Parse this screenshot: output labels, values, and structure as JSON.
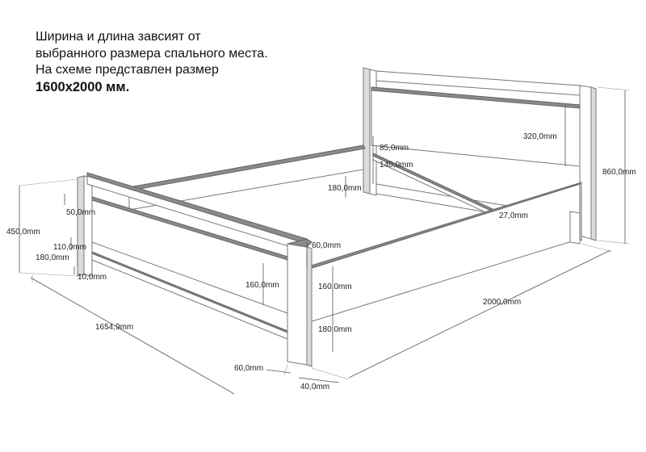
{
  "note": {
    "line1": "Ширина и длина завсият от",
    "line2": "выбранного размера спального места.",
    "line3": "На схеме представлен размер",
    "size": "1600х2000 мм."
  },
  "dimensions": {
    "headboard_panel": "320,0mm",
    "headboard_top_gap": "85,0mm",
    "headboard_rail": "140,0mm",
    "headboard_height": "860,0mm",
    "side_rail_offset": "180,0mm",
    "rail_thickness": "27,0mm",
    "footboard_top": "50,0mm",
    "footboard_height": "450,0mm",
    "footboard_rail": "110,0mm",
    "footboard_bottom": "180,0mm",
    "footboard_leg_gap": "10,0mm",
    "post_width": "60,0mm",
    "footboard_panel": "160,0mm",
    "side_panel": "160,0mm",
    "side_leg_height": "180,0mm",
    "total_length": "2000,0mm",
    "total_width": "1654,9mm",
    "leg_width": "60,0mm",
    "leg_depth": "40,0mm"
  },
  "colors": {
    "board_face": "#ffffff",
    "board_side": "#dcdcdc",
    "board_top": "#8a8a8a",
    "outline": "#777777"
  }
}
